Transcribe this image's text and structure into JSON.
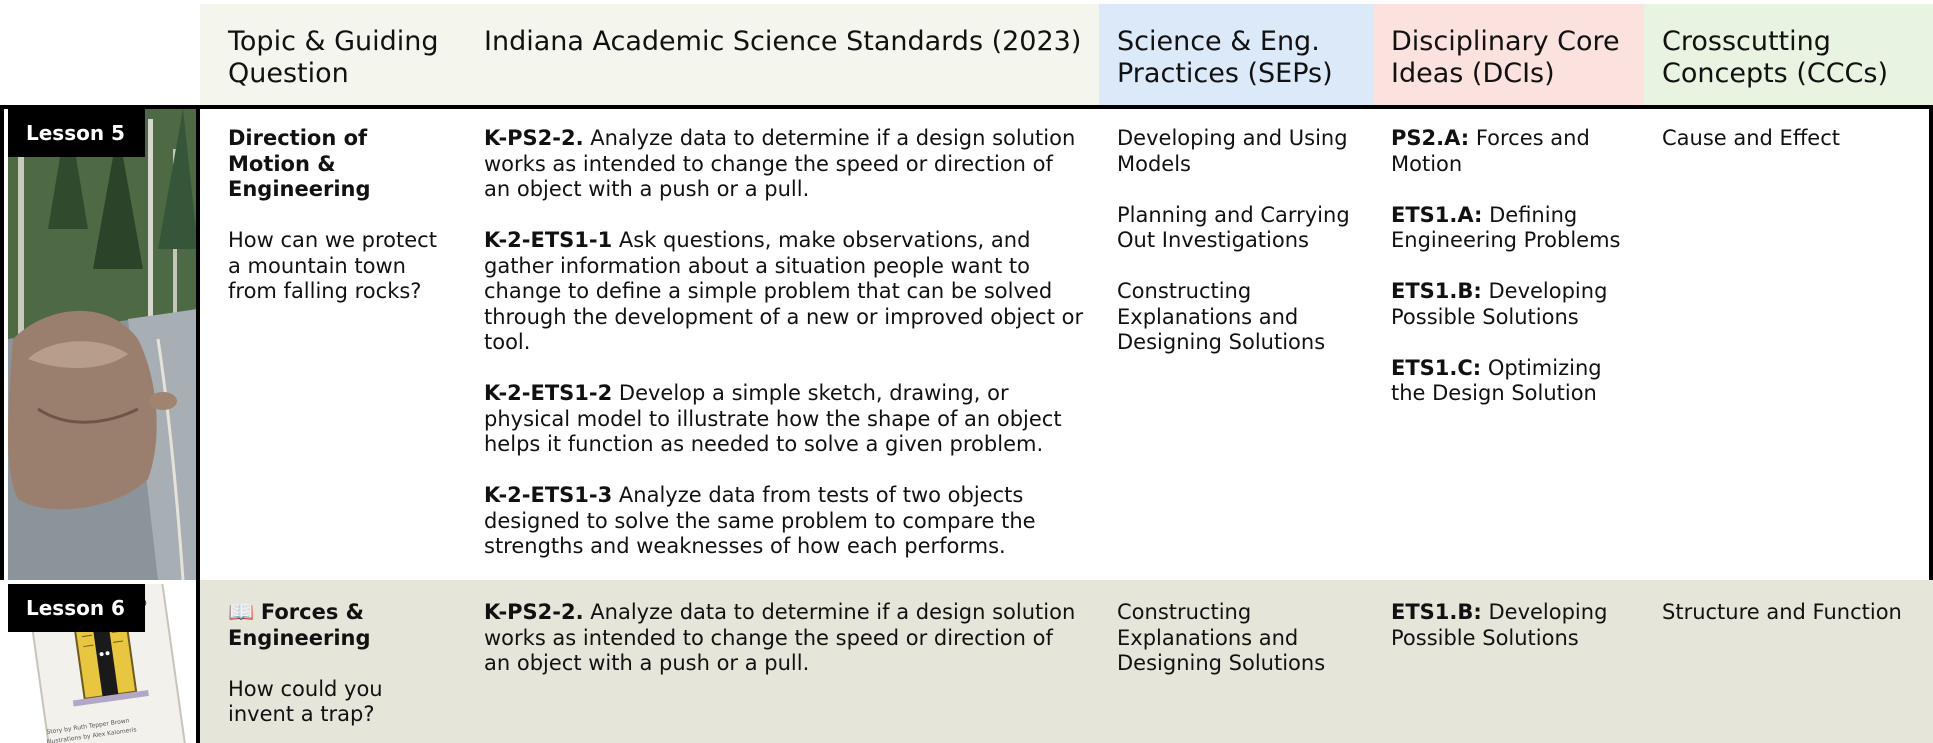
{
  "header": {
    "topic": "Topic & Guiding Question",
    "standards": "Indiana Academic Science Standards (2023)",
    "seps": "Science & Eng. Practices (SEPs)",
    "dcis": "Disciplinary Core Ideas (DCIs)",
    "cccs": "Crosscutting Concepts (CCCs)"
  },
  "lessons": [
    {
      "tag": "Lesson 5",
      "image_icon": "boulder-on-road-photo",
      "topic_title": "Direction of Motion & Engineering",
      "guiding_question": "How can we protect a mountain town from falling rocks?",
      "standards": [
        {
          "code": "K-PS2-2.",
          "text": " Analyze data to determine if a design solution works as intended to change the speed or direction of an object with a push or a pull."
        },
        {
          "code": "K-2-ETS1-1",
          "text": " Ask questions, make observations, and gather information about a situation people want to change to define a simple problem that can be solved through the development of a new or improved object or tool."
        },
        {
          "code": "K-2-ETS1-2",
          "text": " Develop a simple sketch, drawing, or physical model to illustrate how the shape of an object helps it function as needed to solve a given problem."
        },
        {
          "code": "K-2-ETS1-3",
          "text": " Analyze data from tests of two objects designed to solve the same problem to compare the strengths and weaknesses of how each performs."
        }
      ],
      "seps": [
        "Developing and Using Models",
        "Planning and Carrying Out Investigations",
        "Constructing Explanations and Designing Solutions"
      ],
      "dcis": [
        {
          "code": "PS2.A:",
          "text": " Forces and Motion"
        },
        {
          "code": "ETS1.A:",
          "text": " Defining Engineering Problems"
        },
        {
          "code": "ETS1.B:",
          "text": " Developing Possible Solutions"
        },
        {
          "code": "ETS1.C:",
          "text": " Optimizing the Design Solution"
        }
      ],
      "cccs": [
        "Cause and Effect"
      ]
    },
    {
      "tag": "Lesson 6",
      "image_icon": "book-cover-image",
      "book_cover_text": "Story by Ruth Tepper Brown Illustrations by Alex Kalomeris",
      "book_emoji": "📖",
      "topic_title": "Forces & Engineering",
      "guiding_question": "How could you invent a trap?",
      "standards": [
        {
          "code": "K-PS2-2.",
          "text": " Analyze data to determine if a design solution works as intended to change the speed or direction of an object with a push or a pull."
        }
      ],
      "seps": [
        "Constructing Explanations and Designing Solutions"
      ],
      "dcis": [
        {
          "code": "ETS1.B:",
          "text": " Developing Possible Solutions"
        }
      ],
      "cccs": [
        "Structure and Function"
      ]
    }
  ]
}
